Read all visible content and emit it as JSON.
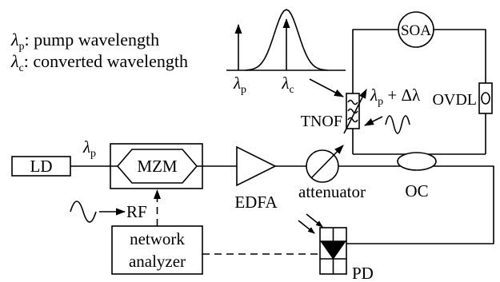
{
  "legend": [
    {
      "symbol": "λ",
      "subscript": "p",
      "description": ": pump wavelength"
    },
    {
      "symbol": "λ",
      "subscript": "c",
      "description": ": converted wavelength"
    }
  ],
  "spectrum": {
    "pump_marker": {
      "symbol": "λ",
      "subscript": "p"
    },
    "converted_marker": {
      "symbol": "λ",
      "subscript": "c"
    }
  },
  "laser": {
    "label": "LD",
    "output_wavelength": {
      "symbol": "λ",
      "subscript": "p"
    }
  },
  "modulator": {
    "label": "MZM"
  },
  "rf_input": {
    "label": "RF"
  },
  "amplifier": {
    "label": "EDFA"
  },
  "attenuator": {
    "label": "attenuator"
  },
  "coupler": {
    "label": "OC"
  },
  "loop": {
    "amplifier": {
      "label": "SOA"
    },
    "filter": {
      "label": "TNOF",
      "passband": {
        "symbol": "λ",
        "subscript": "p",
        "offset": " + Δλ"
      }
    },
    "delay_line": {
      "label": "OVDL"
    }
  },
  "detector": {
    "label": "PD"
  },
  "network_analyzer": {
    "lines": [
      "network",
      "analyzer"
    ]
  }
}
